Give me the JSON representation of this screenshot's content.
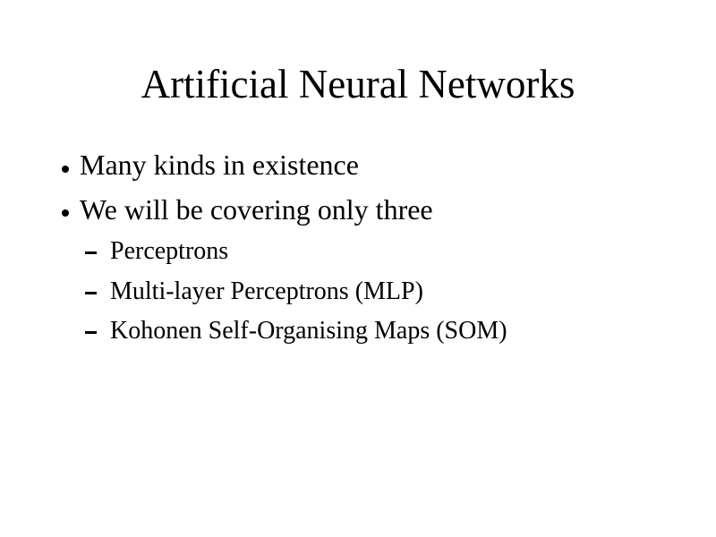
{
  "slide": {
    "title": "Artificial Neural Networks",
    "bullets": {
      "items": [
        {
          "level": 1,
          "marker": "dot",
          "text": "Many kinds in existence"
        },
        {
          "level": 1,
          "marker": "dot",
          "text": "We will be covering only three"
        },
        {
          "level": 2,
          "marker": "dash",
          "text": "Perceptrons"
        },
        {
          "level": 2,
          "marker": "dash",
          "text": "Multi-layer Perceptrons (MLP)"
        },
        {
          "level": 2,
          "marker": "dash",
          "text": "Kohonen Self-Organising Maps (SOM)"
        }
      ]
    },
    "colors": {
      "background": "#ffffff",
      "text": "#000000"
    }
  }
}
